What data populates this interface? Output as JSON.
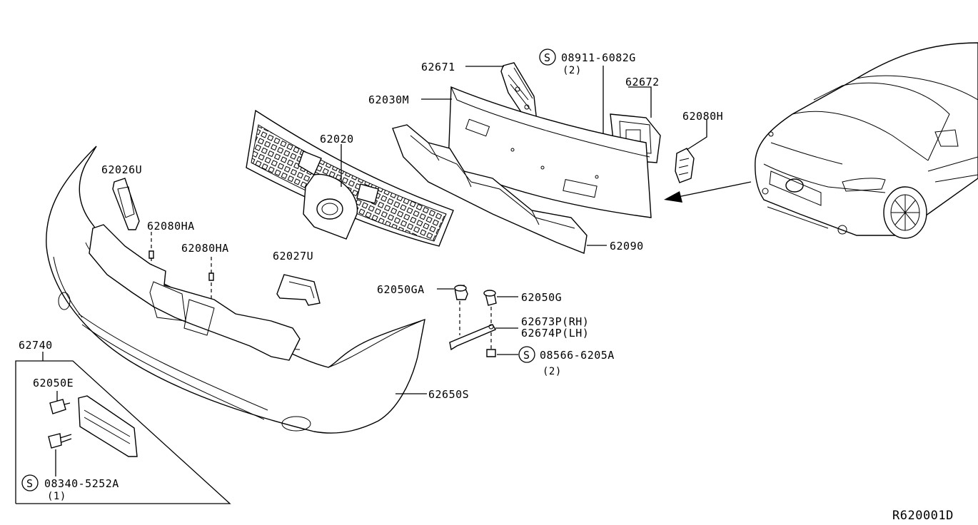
{
  "labels": {
    "p62671": "62671",
    "p08911": "08911-6082G",
    "p08911_qty": "(2)",
    "p62672": "62672",
    "p62030M": "62030M",
    "p62080H": "62080H",
    "p62020": "62020",
    "p62026U": "62026U",
    "p62080HA_1": "62080HA",
    "p62080HA_2": "62080HA",
    "p62027U": "62027U",
    "p62090": "62090",
    "p62050GA": "62050GA",
    "p62050G": "62050G",
    "p62673P": "62673P(RH)",
    "p62674P": "62674P(LH)",
    "p08566": "08566-6205A",
    "p08566_qty": "(2)",
    "p62740": "62740",
    "p62050E": "62050E",
    "p62650S": "62650S",
    "p08340": "08340-5252A",
    "p08340_qty": "(1)",
    "s_marker": "S",
    "diagram_code": "R620001D"
  }
}
